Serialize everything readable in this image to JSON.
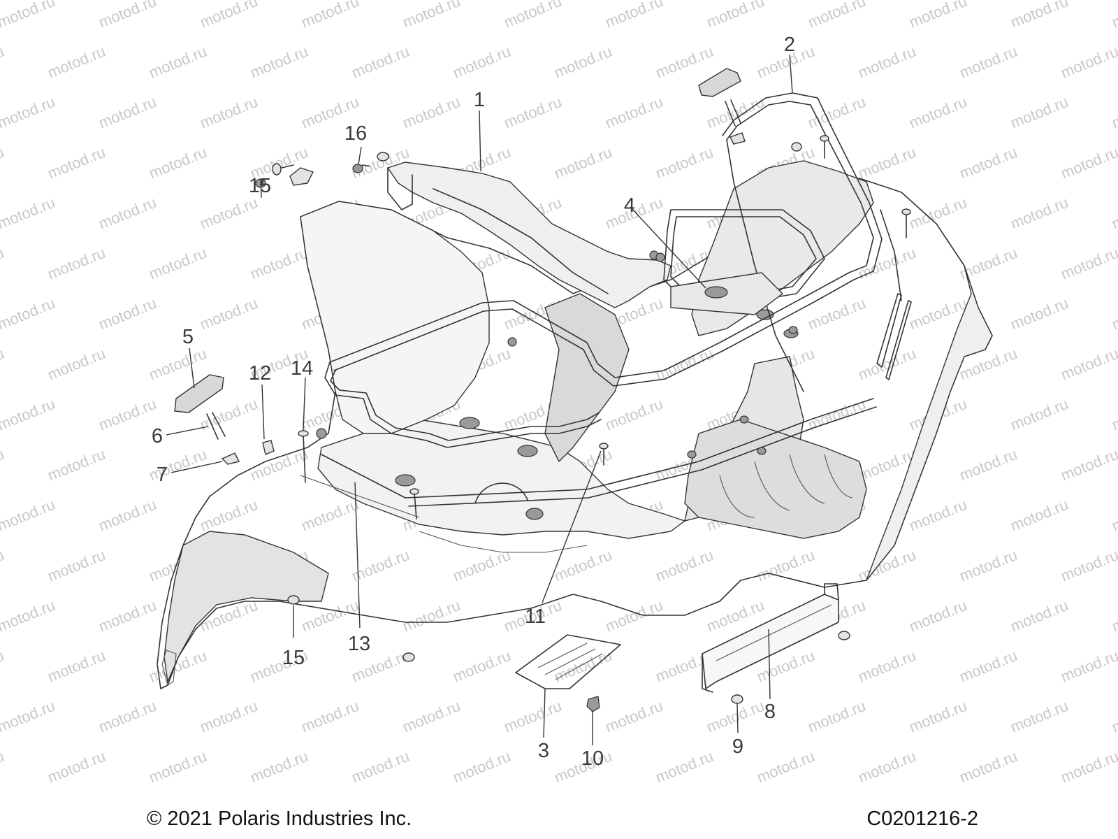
{
  "watermark_text": "motod.ru",
  "footer": {
    "copyright": "© 2021 Polaris Industries Inc.",
    "drawing_code": "C0201216-2"
  },
  "callouts": [
    {
      "id": "1",
      "label": "1"
    },
    {
      "id": "2",
      "label": "2"
    },
    {
      "id": "3",
      "label": "3"
    },
    {
      "id": "4",
      "label": "4"
    },
    {
      "id": "5",
      "label": "5"
    },
    {
      "id": "6",
      "label": "6"
    },
    {
      "id": "7",
      "label": "7"
    },
    {
      "id": "8",
      "label": "8"
    },
    {
      "id": "9",
      "label": "9"
    },
    {
      "id": "10",
      "label": "10"
    },
    {
      "id": "11",
      "label": "11"
    },
    {
      "id": "12",
      "label": "12"
    },
    {
      "id": "13",
      "label": "13"
    },
    {
      "id": "14",
      "label": "14"
    },
    {
      "id": "15a",
      "label": "15"
    },
    {
      "id": "15b",
      "label": "15"
    },
    {
      "id": "16",
      "label": "16"
    }
  ]
}
